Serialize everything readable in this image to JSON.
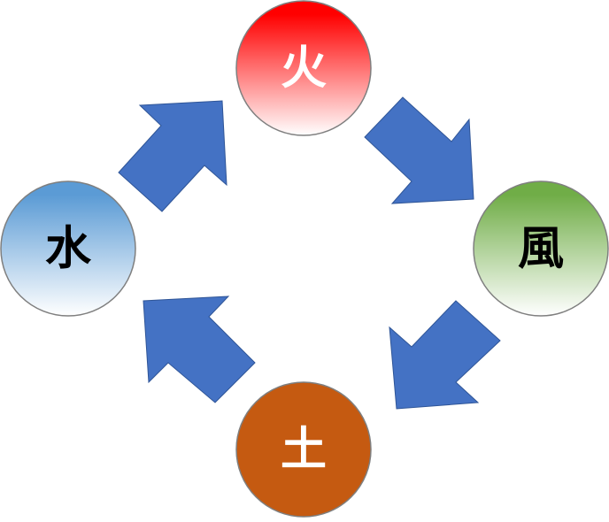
{
  "nodes": [
    {
      "id": "fire",
      "label": "火",
      "colors": [
        "#FF0000",
        "#FFFFFF"
      ],
      "text_color": "#FFFFFF"
    },
    {
      "id": "wind",
      "label": "風",
      "colors": [
        "#70AD47",
        "#FFFFFF"
      ],
      "text_color": "#000000"
    },
    {
      "id": "earth",
      "label": "土",
      "colors": [
        "#C55A11",
        "#C55A11"
      ],
      "text_color": "#FFFFFF"
    },
    {
      "id": "water",
      "label": "水",
      "colors": [
        "#5B9BD5",
        "#FFFFFF"
      ],
      "text_color": "#000000"
    }
  ],
  "edges": [
    {
      "from": "water",
      "to": "fire"
    },
    {
      "from": "fire",
      "to": "wind"
    },
    {
      "from": "wind",
      "to": "earth"
    },
    {
      "from": "earth",
      "to": "water"
    }
  ],
  "arrow_color": "#4472C4"
}
